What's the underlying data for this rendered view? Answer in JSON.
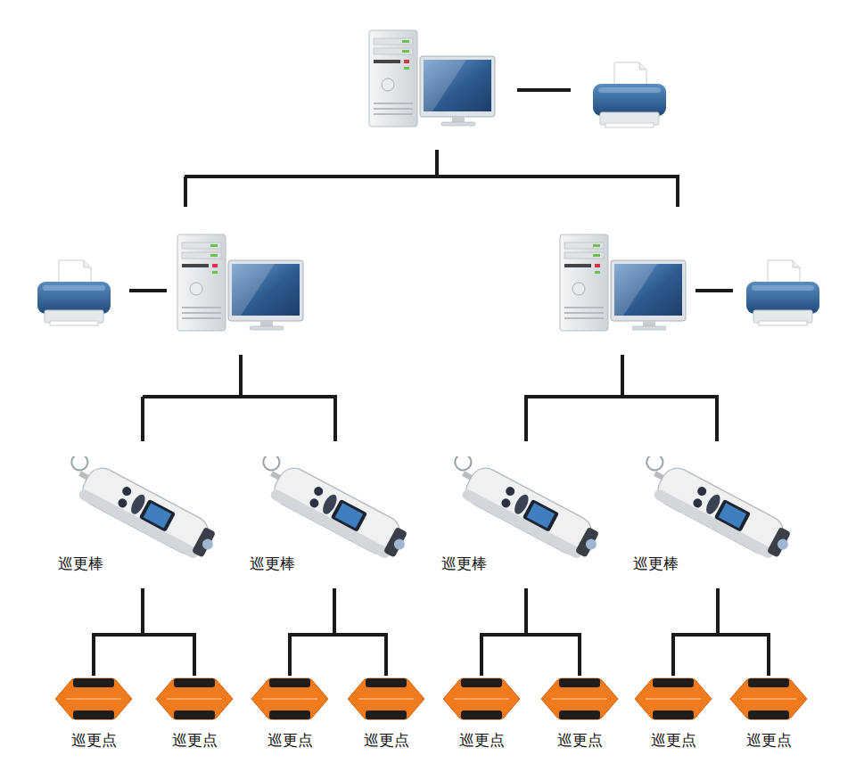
{
  "diagram": {
    "nodes": [
      {
        "text": [
          "巡更棒"
        ]
      },
      {
        "text": [
          "巡更棒"
        ]
      },
      {
        "text": [
          "巡更棒"
        ]
      },
      {
        "text": [
          "巡更棒"
        ]
      },
      {
        "text": [
          "巡更点"
        ]
      },
      {
        "text": [
          "巡更点"
        ]
      },
      {
        "text": [
          "巡更点"
        ]
      },
      {
        "text": [
          "巡更点"
        ]
      },
      {
        "text": [
          "巡更点"
        ]
      },
      {
        "text": [
          "巡更点"
        ]
      },
      {
        "text": [
          "巡更点"
        ]
      },
      {
        "text": [
          "巡更点"
        ]
      }
    ],
    "edges": [
      {
        "from": 0,
        "to": 4,
        "arrow": "none"
      },
      {
        "from": 0,
        "to": 5,
        "arrow": "none"
      },
      {
        "from": 1,
        "to": 6,
        "arrow": "none"
      },
      {
        "from": 1,
        "to": 7,
        "arrow": "none"
      },
      {
        "from": 2,
        "to": 8,
        "arrow": "none"
      },
      {
        "from": 2,
        "to": 9,
        "arrow": "none"
      },
      {
        "from": 3,
        "to": 10,
        "arrow": "none"
      },
      {
        "from": 3,
        "to": 11,
        "arrow": "none"
      }
    ]
  }
}
